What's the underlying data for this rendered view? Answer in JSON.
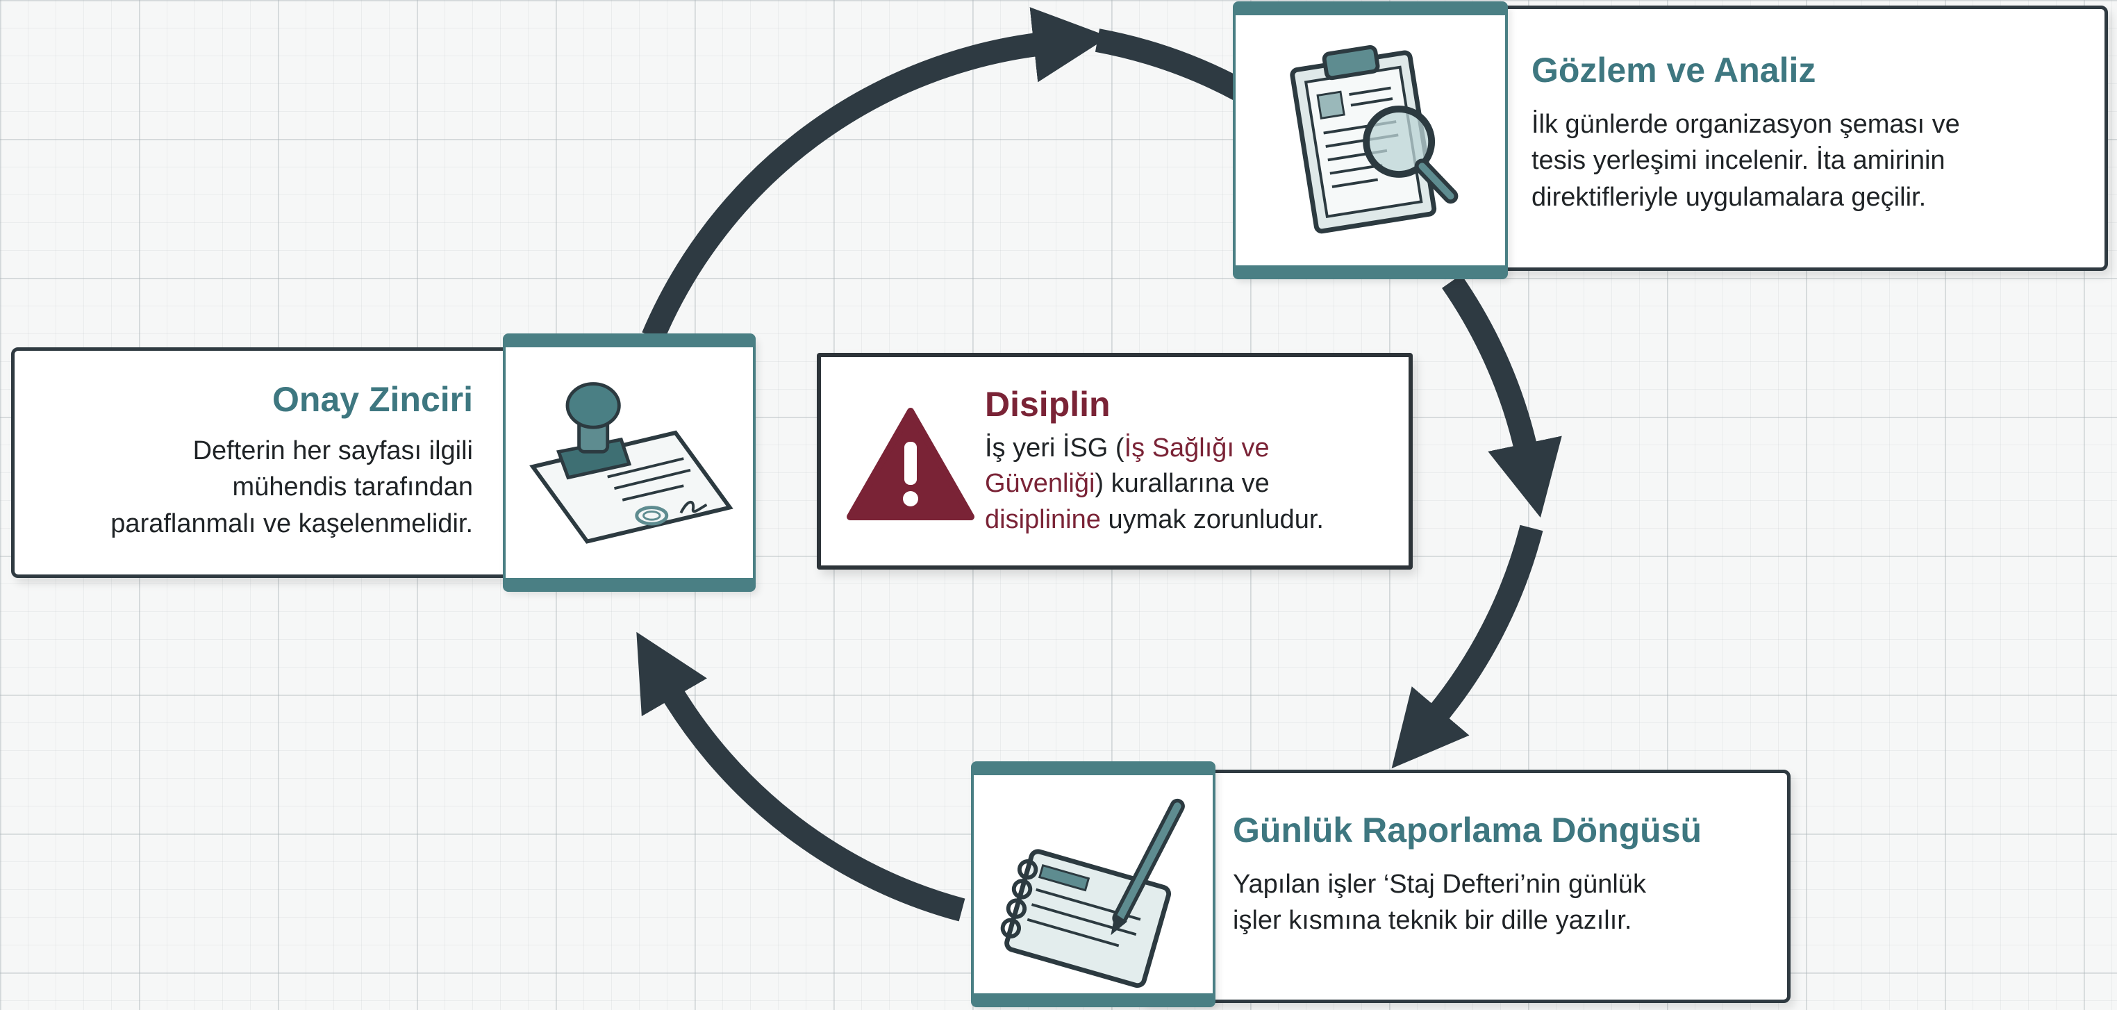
{
  "nodes": {
    "analysis": {
      "title": "Gözlem ve Analiz",
      "lines": [
        "İlk günlerde organizasyon şeması ve",
        "tesis yerleşimi incelenir. İta amirinin",
        "direktifleriyle uygulamalara geçilir."
      ],
      "icon": "clipboard-magnifier-icon"
    },
    "report": {
      "title": "Günlük Raporlama Döngüsü",
      "lines": [
        "Yapılan işler ‘Staj Defteri’nin günlük",
        "işler kısmına teknik bir dille yazılır."
      ],
      "icon": "notebook-pen-icon"
    },
    "approval": {
      "title": "Onay Zinciri",
      "lines": [
        "Defterin her sayfası ilgili",
        "mühendis tarafından",
        "paraflanmalı ve kaşelenmelidir."
      ],
      "icon": "stamp-document-icon"
    }
  },
  "center": {
    "title": "Disiplin",
    "line1_a": "İş yeri İSG (",
    "line1_b": "İş Sağlığı ve",
    "line2_a": "Güvenliği",
    "line2_b": ") kurallarına ve",
    "line3_a": "disiplinine",
    "line3_b": " uymak zorunludur.",
    "icon": "warning-triangle-icon"
  },
  "colors": {
    "teal": "#3e7780",
    "teal_frame": "#4a7f84",
    "arrow": "#2e3a42",
    "accent": "#7a2336",
    "border": "#2f3a41"
  }
}
